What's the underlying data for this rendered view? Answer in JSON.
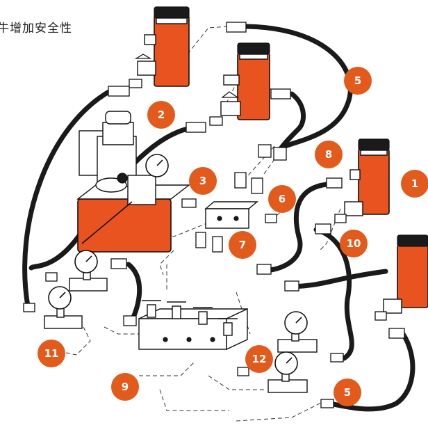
{
  "caption": "牛增加安全性",
  "callouts": [
    {
      "id": "1",
      "label": "1"
    },
    {
      "id": "2",
      "label": "2"
    },
    {
      "id": "3",
      "label": "3"
    },
    {
      "id": "5a",
      "label": "5"
    },
    {
      "id": "5b",
      "label": "5"
    },
    {
      "id": "6",
      "label": "6"
    },
    {
      "id": "7",
      "label": "7"
    },
    {
      "id": "8",
      "label": "8"
    },
    {
      "id": "9",
      "label": "9"
    },
    {
      "id": "10",
      "label": "10"
    },
    {
      "id": "11",
      "label": "11"
    },
    {
      "id": "12",
      "label": "12"
    }
  ],
  "colors": {
    "accent": "#e25a1c",
    "cylinder": "#e8531f",
    "hose": "#1a1a1a"
  }
}
